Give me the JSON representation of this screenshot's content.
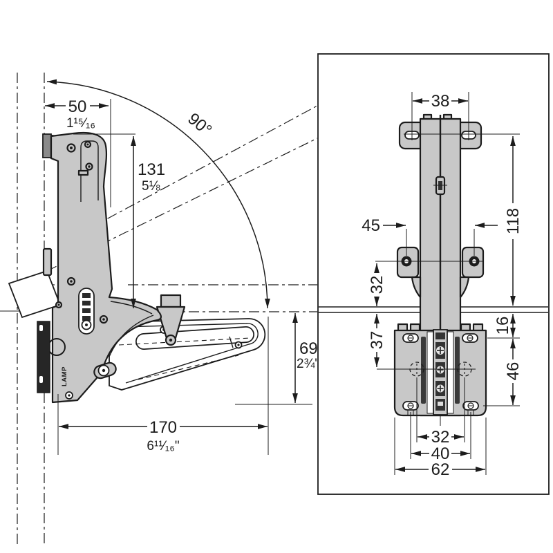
{
  "drawing": {
    "kind": "flap-fitting-technical-drawing",
    "colors": {
      "body": "#c8c8c8",
      "line": "#1c1c1c",
      "dark": "#3a3a3a",
      "background": "#ffffff"
    },
    "side_view": {
      "width_mm": "50",
      "width_in": "1¹⁵⁄₁₆",
      "height_mm": "131",
      "height_in": "5⅛",
      "opening_angle": "90°",
      "drop_mm": "69",
      "drop_in": "2¾\"",
      "depth_mm": "170",
      "depth_in": "6¹¹⁄₁₆\"",
      "brand": "LAMP"
    },
    "front_view": {
      "top_slot_spacing": "38",
      "mid_hole_spacing": "45",
      "arm_length": "118",
      "mid_offset": "32",
      "panel_offset": "16",
      "screw_row_offset": "37",
      "carriage_screw_span": "46",
      "rail_span": "32",
      "screw_span": "40",
      "body_width": "62"
    }
  }
}
